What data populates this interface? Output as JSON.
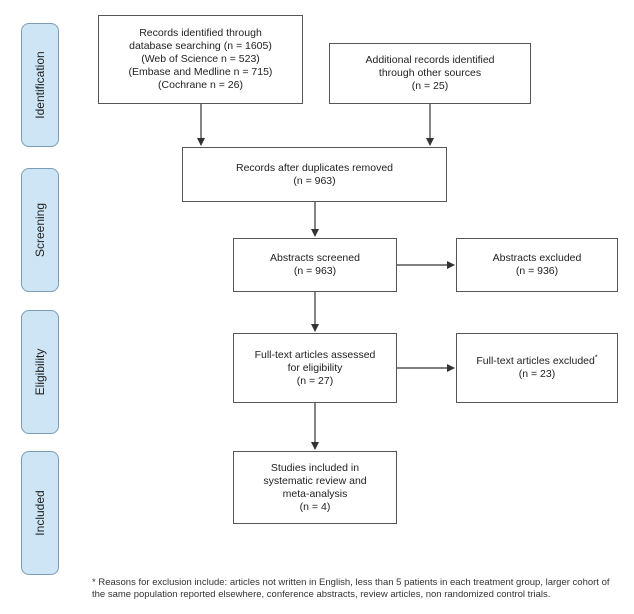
{
  "phases": [
    "Identification",
    "Screening",
    "Eligibility",
    "Included"
  ],
  "boxes": {
    "db": [
      "Records identified through",
      "database searching (n = 1605)",
      "(Web of Science n = 523)",
      "(Embase and Medline n = 715)",
      "(Cochrane n = 26)"
    ],
    "other": [
      "Additional records identified",
      "through other sources",
      "(n = 25)"
    ],
    "dup": [
      "Records after duplicates removed",
      "(n = 963)"
    ],
    "abs": [
      "Abstracts screened",
      "(n = 963)"
    ],
    "absx": [
      "Abstracts excluded",
      "(n = 936)"
    ],
    "full": [
      "Full-text articles assessed",
      "for eligibility",
      "(n = 27)"
    ],
    "fullx": [
      "Full-text articles excluded",
      "(n = 23)"
    ],
    "fullx_mark": "*",
    "inc": [
      "Studies included in",
      "systematic review and",
      "meta-analysis",
      "(n = 4)"
    ]
  },
  "footnote": "* Reasons for exclusion include: articles not written in English, less than 5 patients in each treatment group, larger cohort of the same population reported elsewhere, conference abstracts, review articles, non randomized control trials."
}
